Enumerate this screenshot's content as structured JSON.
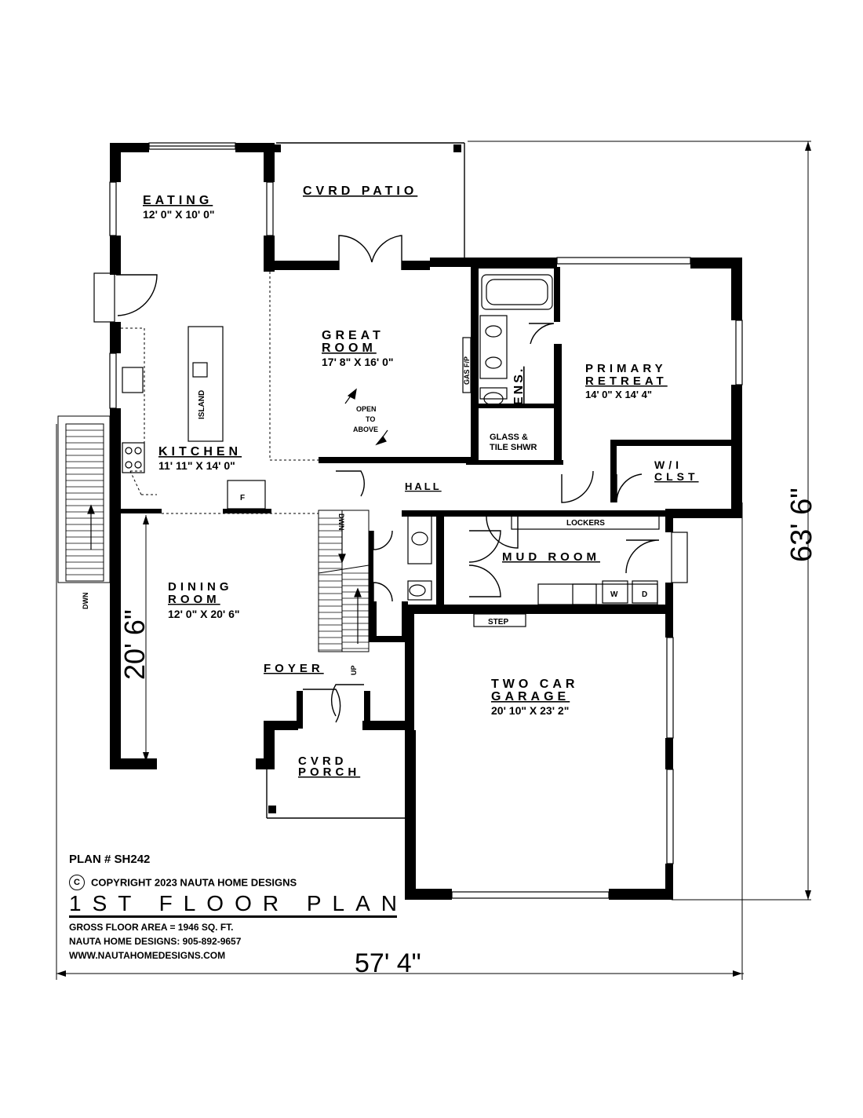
{
  "plan": {
    "rooms": {
      "eating": {
        "name": "EATING",
        "size": "12' 0\" X 10' 0\""
      },
      "patio": {
        "name": "CVRD PATIO"
      },
      "great_room": {
        "name1": "GREAT",
        "name2": "ROOM",
        "size": "17' 8\" X 16' 0\""
      },
      "ens": {
        "name": "ENS."
      },
      "primary": {
        "name1": "PRIMARY",
        "name2": "RETREAT",
        "size": "14' 0\" X 14' 4\""
      },
      "kitchen": {
        "name": "KITCHEN",
        "size": "11' 11\" X 14' 0\""
      },
      "wic": {
        "name1": "W/I",
        "name2": "CLST"
      },
      "hall": {
        "name": "HALL"
      },
      "mud_room": {
        "name": "MUD ROOM"
      },
      "dining": {
        "name1": "DINING",
        "name2": "ROOM",
        "size": "12' 0\" X 20' 6\""
      },
      "foyer": {
        "name": "FOYER"
      },
      "garage": {
        "name1": "TWO CAR",
        "name2": "GARAGE",
        "size": "20' 10\" X 23' 2\""
      },
      "porch": {
        "name1": "CVRD",
        "name2": "PORCH"
      }
    },
    "fixtures": {
      "island": "ISLAND",
      "gas_fp": "GAS F/P",
      "glass_shower": "GLASS &",
      "glass_shower2": "TILE SHWR",
      "open1": "OPEN",
      "open2": "TO",
      "open3": "ABOVE",
      "lockers": "LOCKERS",
      "washer": "W",
      "dryer": "D",
      "step": "STEP",
      "fridge": "F",
      "down_stair": "DWN",
      "down_ext": "DWN",
      "up": "UP"
    },
    "dimensions": {
      "overall_width": "57' 4\"",
      "overall_depth": "63' 6\"",
      "dining_depth": "20' 6\""
    }
  },
  "title_block": {
    "plan_number": "PLAN # SH242",
    "copyright_symbol": "C",
    "copyright": "COPYRIGHT 2023 NAUTA HOME DESIGNS",
    "title": "1ST FLOOR PLAN",
    "gross_area": "GROSS  FLOOR AREA  =   1946   SQ. FT.",
    "phone": "NAUTA HOME DESIGNS:  905-892-9657",
    "website": "WWW.NAUTAHOMEDESIGNS.COM"
  }
}
